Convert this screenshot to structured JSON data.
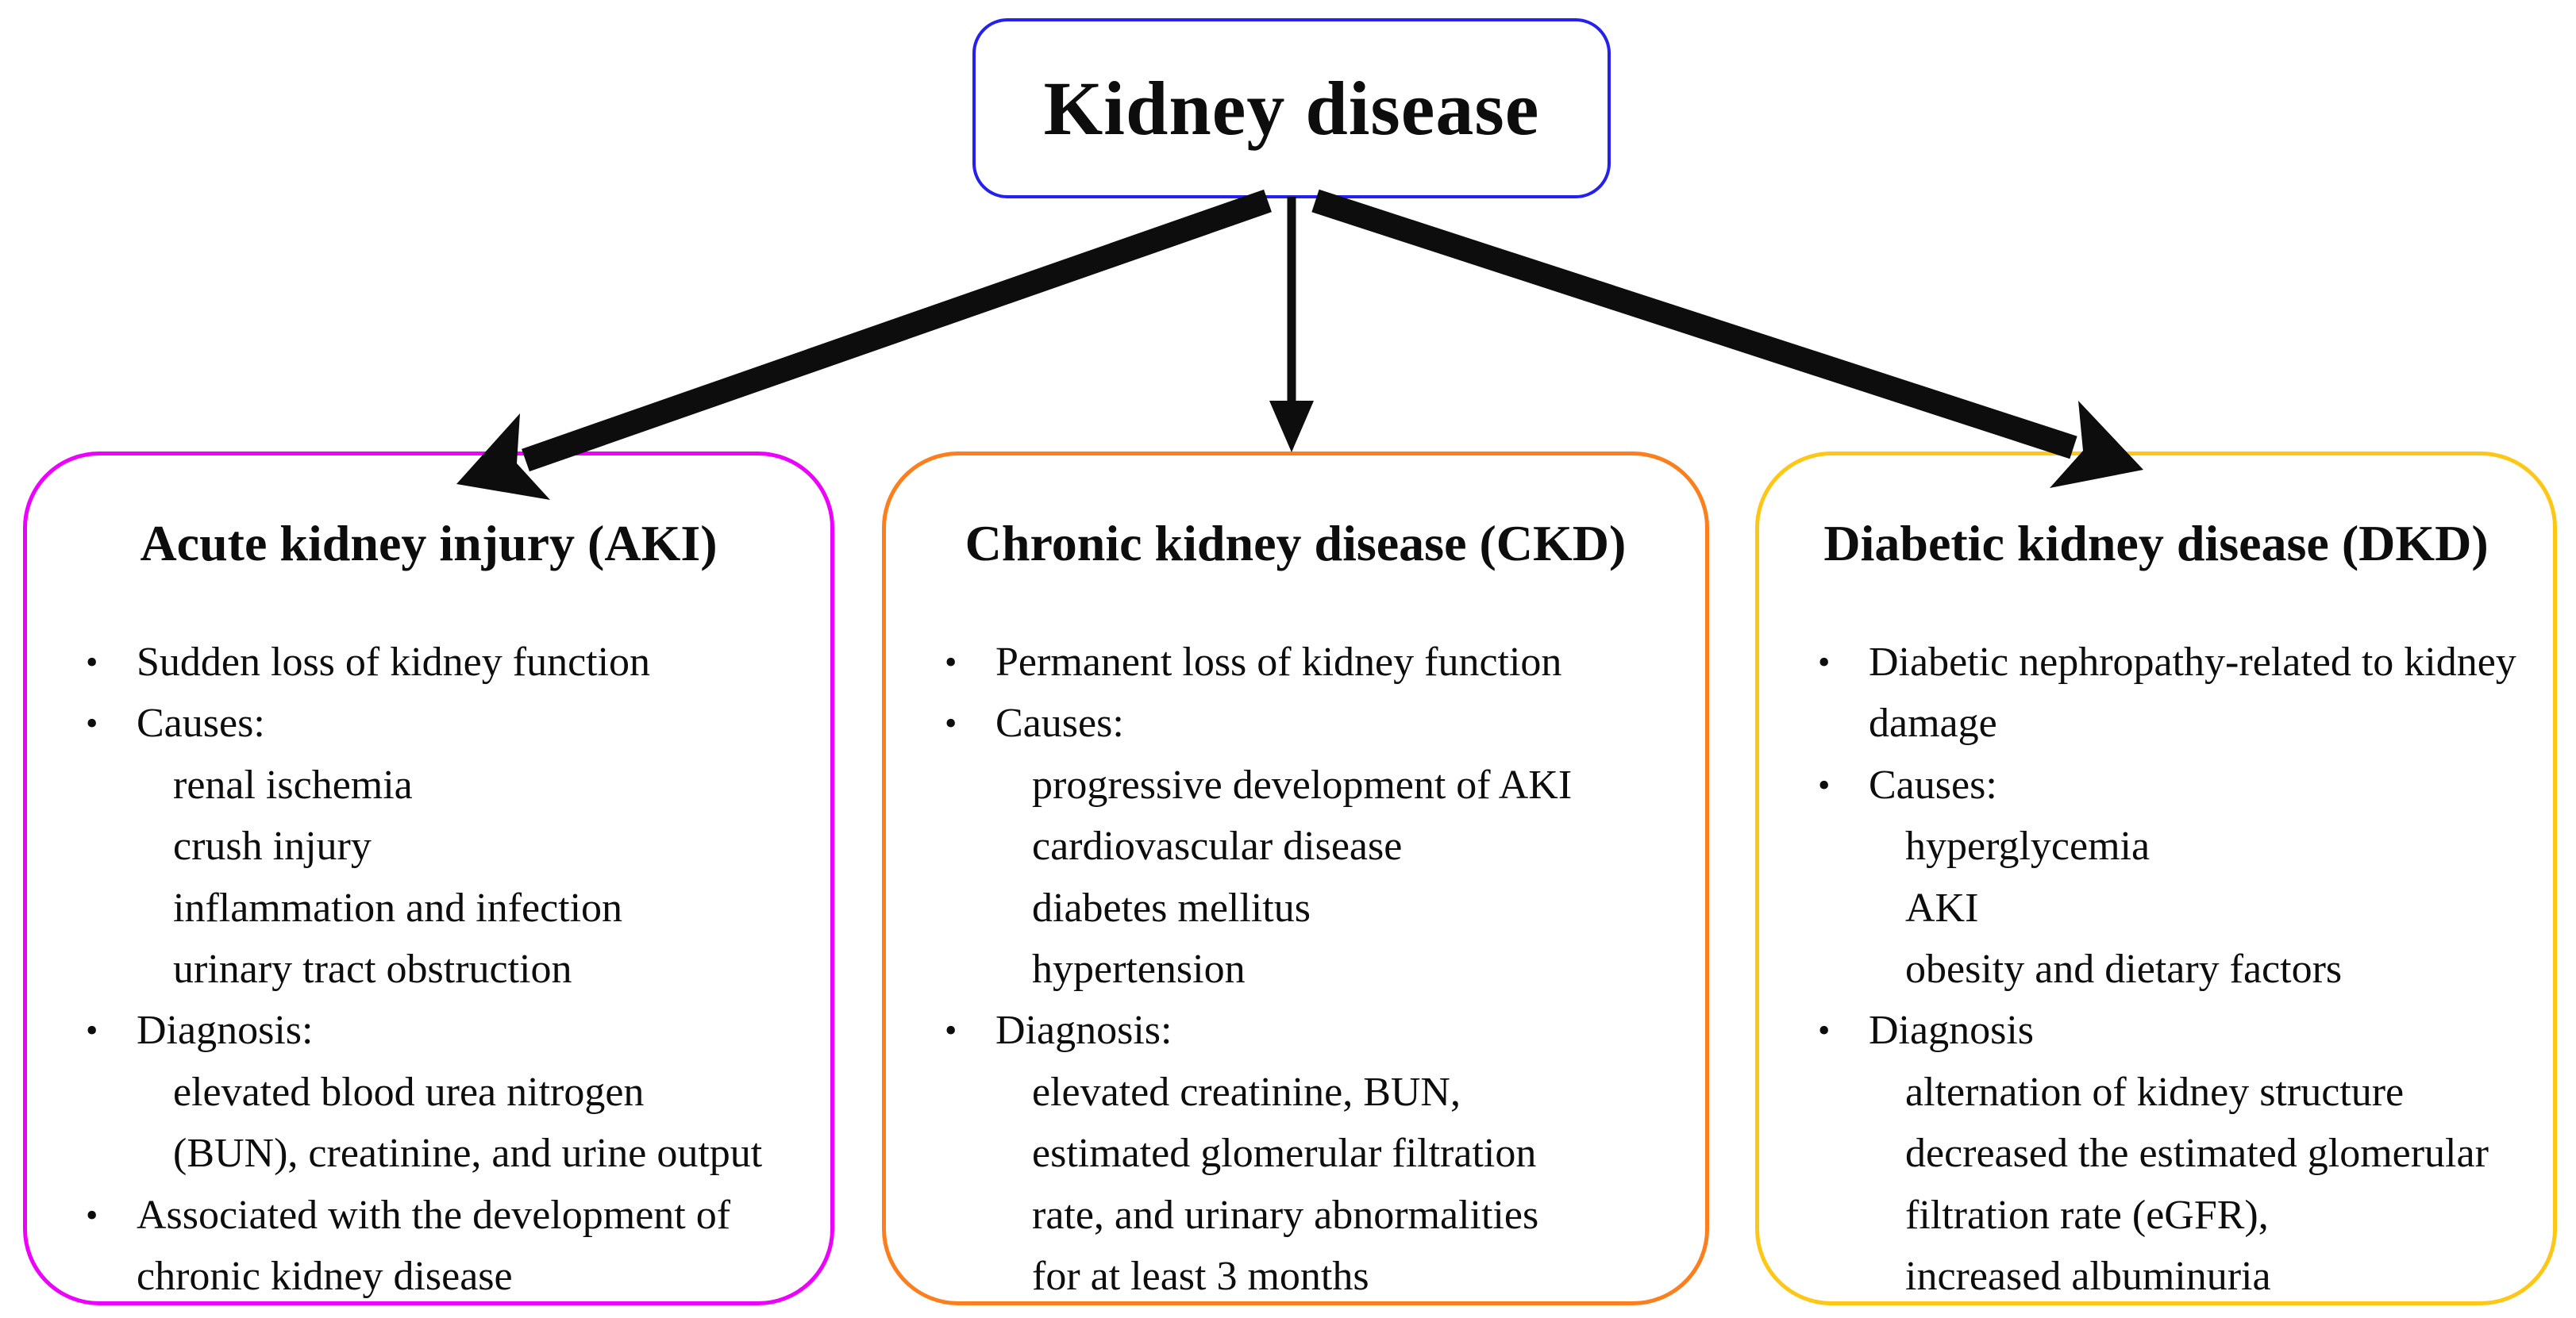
{
  "title": "Kidney disease",
  "glyphs": {
    "bullet": "•"
  },
  "colors": {
    "background": "#ffffff",
    "text": "#0d0d0d",
    "arrow": "#0d0d0d",
    "kidney_border": "#2420f0",
    "aki_border": "#ee00ff",
    "ckd_border": "#fd7e1d",
    "dkd_border": "#ffc715"
  },
  "boxes": [
    {
      "id": "aki",
      "header": "Acute kidney injury (AKI)",
      "items": [
        {
          "level": "b",
          "text": "Sudden loss of kidney function"
        },
        {
          "level": "b",
          "text": "Causes:"
        },
        {
          "level": "s",
          "text": "renal ischemia"
        },
        {
          "level": "s",
          "text": "crush injury"
        },
        {
          "level": "s",
          "text": "inflammation and infection"
        },
        {
          "level": "s",
          "text": "urinary tract obstruction"
        },
        {
          "level": "b",
          "text": "Diagnosis:"
        },
        {
          "level": "s",
          "text": "elevated blood urea nitrogen"
        },
        {
          "level": "s",
          "text": "(BUN), creatinine, and urine output"
        },
        {
          "level": "b",
          "text": "Associated with the development of"
        },
        {
          "level": "c",
          "text": "chronic kidney disease"
        }
      ]
    },
    {
      "id": "ckd",
      "header": "Chronic kidney disease (CKD)",
      "items": [
        {
          "level": "b",
          "text": "Permanent loss of kidney function"
        },
        {
          "level": "b",
          "text": "Causes:"
        },
        {
          "level": "s",
          "text": "progressive development of AKI"
        },
        {
          "level": "s",
          "text": "cardiovascular disease"
        },
        {
          "level": "s",
          "text": "diabetes mellitus"
        },
        {
          "level": "s",
          "text": "hypertension"
        },
        {
          "level": "b",
          "text": "Diagnosis:"
        },
        {
          "level": "s",
          "text": "elevated creatinine, BUN,"
        },
        {
          "level": "s",
          "text": "estimated glomerular filtration"
        },
        {
          "level": "s",
          "text": "rate, and urinary abnormalities"
        },
        {
          "level": "s",
          "text": "for at least 3 months"
        }
      ]
    },
    {
      "id": "dkd",
      "header": "Diabetic kidney disease (DKD)",
      "items": [
        {
          "level": "b",
          "text": "Diabetic nephropathy-related to kidney"
        },
        {
          "level": "c",
          "text": "damage"
        },
        {
          "level": "b",
          "text": "Causes:"
        },
        {
          "level": "s",
          "text": "hyperglycemia"
        },
        {
          "level": "s",
          "text": "AKI"
        },
        {
          "level": "s",
          "text": "obesity and dietary factors"
        },
        {
          "level": "b",
          "text": "Diagnosis"
        },
        {
          "level": "s",
          "text": "alternation of kidney structure"
        },
        {
          "level": "s",
          "text": "decreased the estimated glomerular"
        },
        {
          "level": "s",
          "text": "filtration rate (eGFR),"
        },
        {
          "level": "s",
          "text": "increased albuminuria"
        }
      ]
    }
  ],
  "edges": [
    {
      "from": "Kidney disease",
      "to": "Acute kidney injury (AKI)"
    },
    {
      "from": "Kidney disease",
      "to": "Chronic kidney disease (CKD)"
    },
    {
      "from": "Kidney disease",
      "to": "Diabetic kidney disease (DKD)"
    }
  ]
}
